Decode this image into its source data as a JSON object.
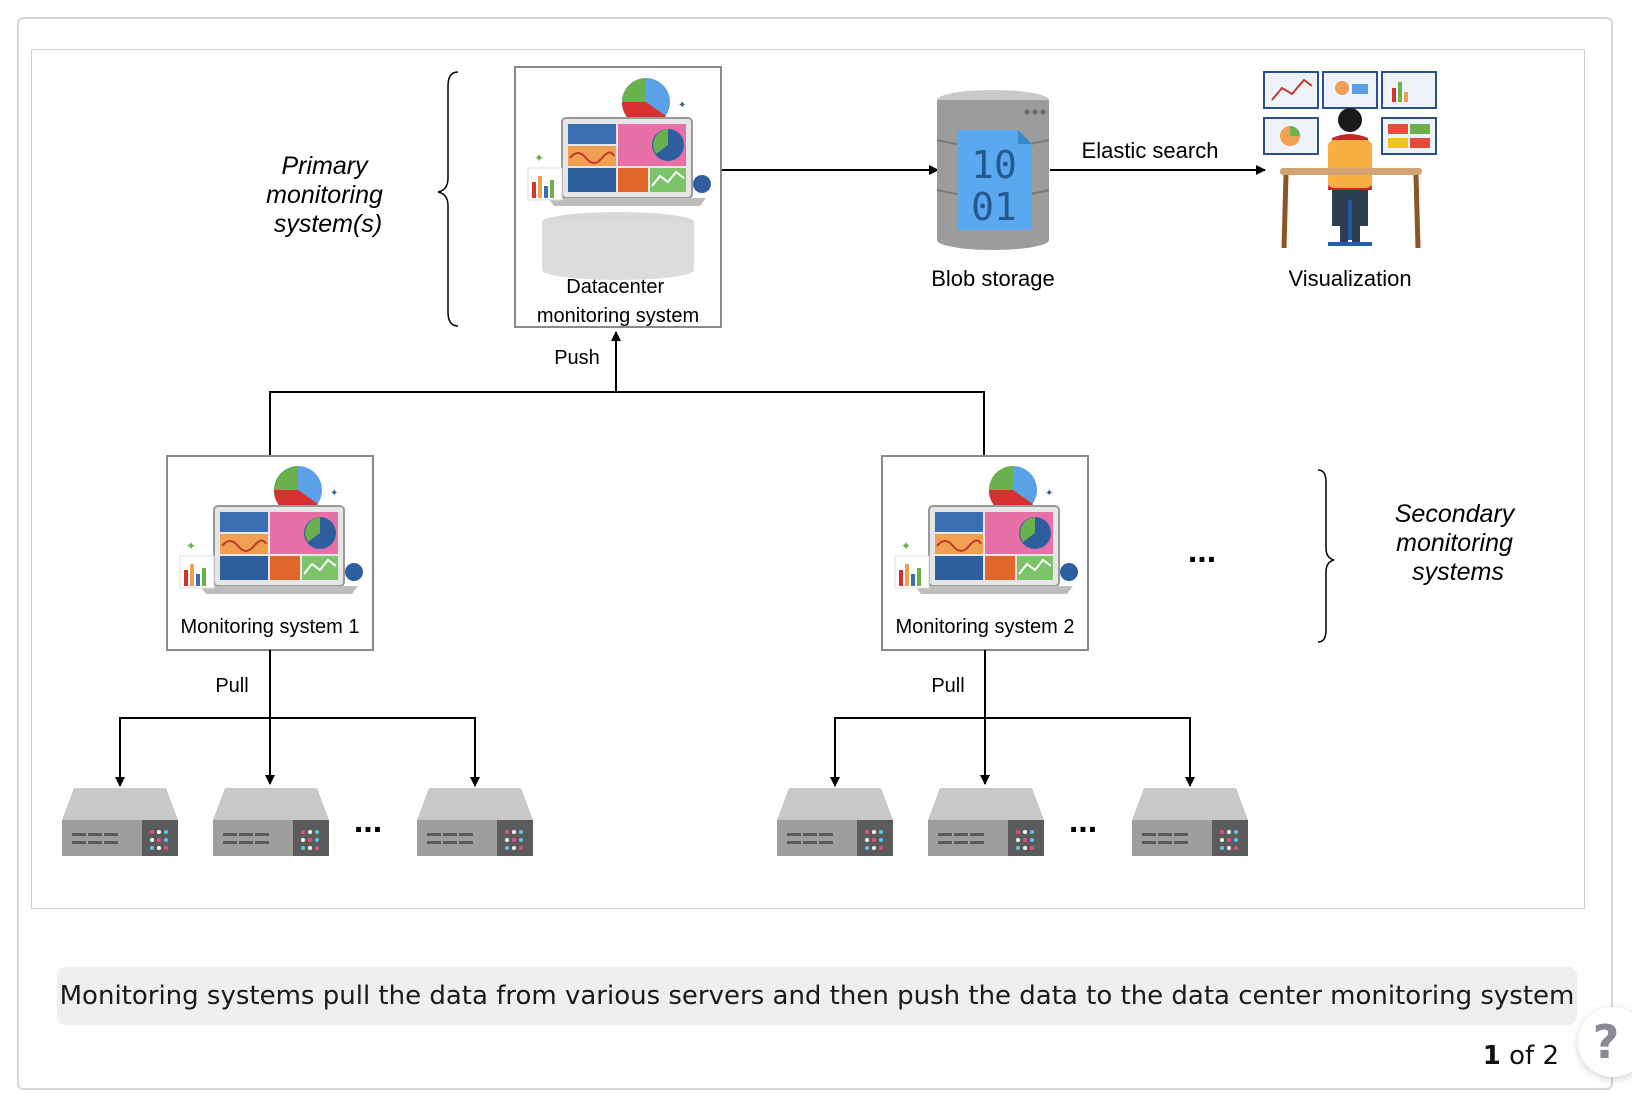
{
  "diagram": {
    "primary_label": [
      "Primary",
      "monitoring",
      "system(s)"
    ],
    "secondary_label": [
      "Secondary",
      "monitoring",
      "systems"
    ],
    "datacenter_label": [
      "Datacenter",
      "monitoring system"
    ],
    "blob_label": "Blob storage",
    "visualization_label": "Visualization",
    "elastic_label": "Elastic search",
    "push_label": "Push",
    "monitor1_label": "Monitoring system 1",
    "monitor2_label": "Monitoring system 2",
    "pull_label": "Pull",
    "ellipsis": "...",
    "blob_digits": [
      "10",
      "01"
    ]
  },
  "caption": "Monitoring systems pull the data from various servers and then push the data to the data center monitoring system",
  "pager": {
    "current": "1",
    "separator": " of ",
    "total": "2"
  },
  "help": {
    "icon": "question-icon",
    "glyph": "?"
  }
}
